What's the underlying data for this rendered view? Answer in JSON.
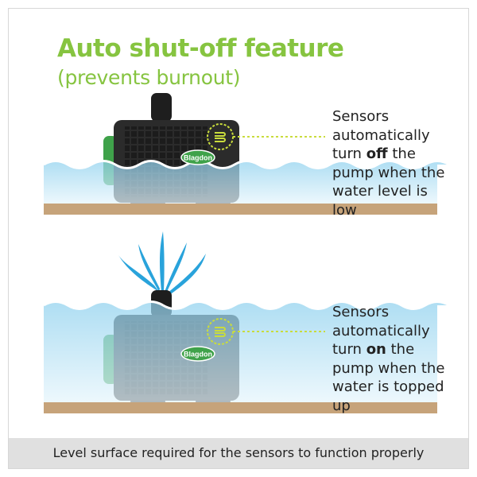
{
  "title": "Auto shut-off feature",
  "subtitle": "(prevents burnout)",
  "brand": "Blagdon",
  "panels": [
    {
      "state": "water-low",
      "caption_pre": "Sensors automatically turn ",
      "caption_key": "off",
      "caption_post": " the pump when the water level is low"
    },
    {
      "state": "water-topped-up",
      "caption_pre": "Sensors automatically turn ",
      "caption_key": "on",
      "caption_post": " the pump when the water is topped up"
    }
  ],
  "footer": "Level surface required for the sensors to function properly",
  "colors": {
    "title": "#86c440",
    "water": "#bfe4f3",
    "water_dark": "#6ec4e6",
    "pump_body": "#2b2b2b",
    "pump_handle": "#3fa24a",
    "ground": "#c6a37a",
    "fountain": "#29a3db",
    "sensor_ring": "#c9dc3c"
  }
}
